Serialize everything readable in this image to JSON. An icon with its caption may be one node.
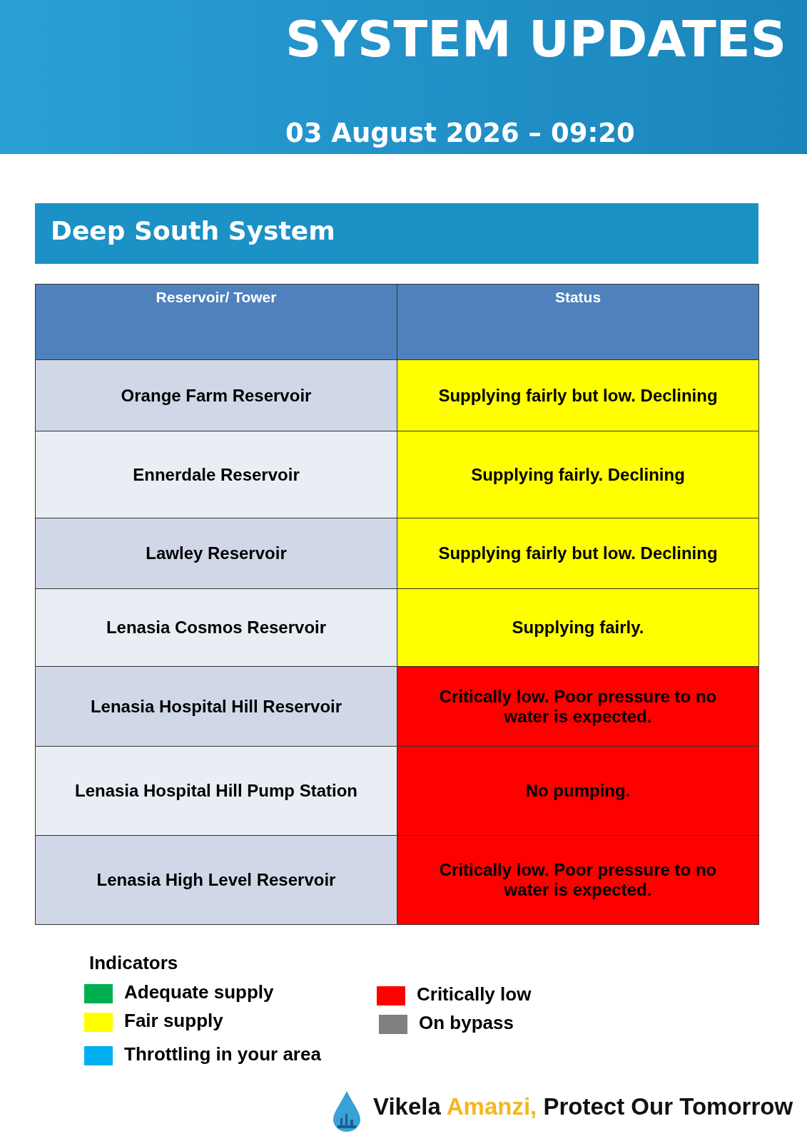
{
  "diagram": {
    "title": "SYSTEM UPDATES",
    "labels": [
      "03 August 2026 – 09:20",
      "Deep South System",
      "Reservoir/ Tower",
      "Status",
      "Orange Farm Reservoir",
      "Supplying fairly but low. Declining",
      "Ennerdale Reservoir",
      "Supplying fairly. Declining",
      "Lawley Reservoir",
      "Supplying fairly but low. Declining",
      "Lenasia Cosmos Reservoir",
      "Supplying fairly.",
      "Lenasia Hospital Hill Reservoir",
      "Critically low. Poor pressure to no water is expected.",
      "Lenasia Hospital Hill Pump Station",
      "No pumping.",
      "Lenasia High Level Reservoir",
      "Critically low. Poor pressure to no water is expected.",
      "Indicators",
      "Vikela Amanzi, Protect Our Tomorrow"
    ],
    "legend": [
      {
        "text": "Adequate supply",
        "color": "#00b050"
      },
      {
        "text": "Fair supply",
        "color": "#ffff00"
      },
      {
        "text": "Throttling in your area",
        "color": "#00b0f0"
      },
      {
        "text": "Critically low",
        "color": "#ff0000"
      },
      {
        "text": "On bypass",
        "color": "#808080"
      }
    ]
  }
}
